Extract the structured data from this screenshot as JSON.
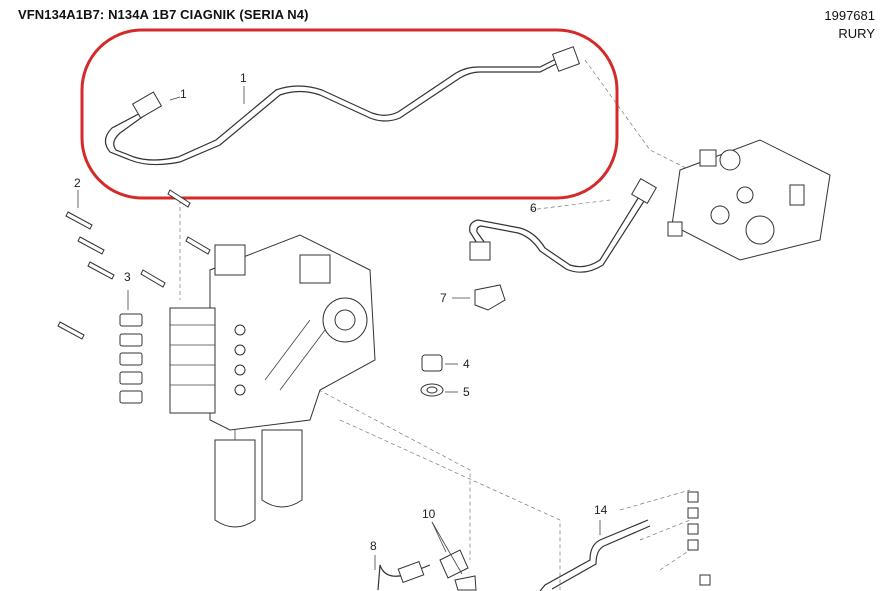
{
  "header": {
    "title": "VFN134A1B7: N134A 1B7 CIAGNIK (SERIA N4)",
    "code": "1997681",
    "category": "RURY"
  },
  "callouts": [
    {
      "id": "callout-1a",
      "label": "1"
    },
    {
      "id": "callout-1b",
      "label": "1"
    },
    {
      "id": "callout-2",
      "label": "2"
    },
    {
      "id": "callout-3",
      "label": "3"
    },
    {
      "id": "callout-4",
      "label": "4"
    },
    {
      "id": "callout-5",
      "label": "5"
    },
    {
      "id": "callout-6",
      "label": "6"
    },
    {
      "id": "callout-7",
      "label": "7"
    },
    {
      "id": "callout-8",
      "label": "8"
    },
    {
      "id": "callout-10",
      "label": "10"
    },
    {
      "id": "callout-14",
      "label": "14"
    }
  ],
  "highlight_color": "#d42a2a"
}
